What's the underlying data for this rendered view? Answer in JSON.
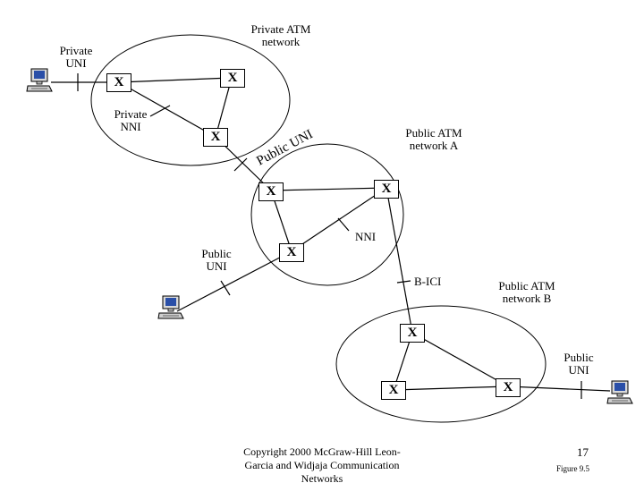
{
  "labels": {
    "private_atm_network": [
      "Private ATM",
      "network"
    ],
    "private_uni": [
      "Private",
      "UNI"
    ],
    "private_nni": [
      "Private",
      "NNI"
    ],
    "public_uni_curved": "Public UNI",
    "public_atm_network_a": [
      "Public ATM",
      "network A"
    ],
    "nni": "NNI",
    "public_uni_left": [
      "Public",
      "UNI"
    ],
    "b_ici": "B-ICI",
    "public_atm_network_b": [
      "Public ATM",
      "network B"
    ],
    "public_uni_right": [
      "Public",
      "UNI"
    ]
  },
  "switch_label": "X",
  "footer": {
    "copyright_line1": "Copyright 2000 McGraw-Hill Leon-",
    "copyright_line2": "Garcia and Widjaja Communication",
    "copyright_line3": "Networks",
    "page_number": "17",
    "figure_label": "Figure 9.5"
  },
  "icons": [
    "computer-icon",
    "computer-icon",
    "computer-icon"
  ]
}
